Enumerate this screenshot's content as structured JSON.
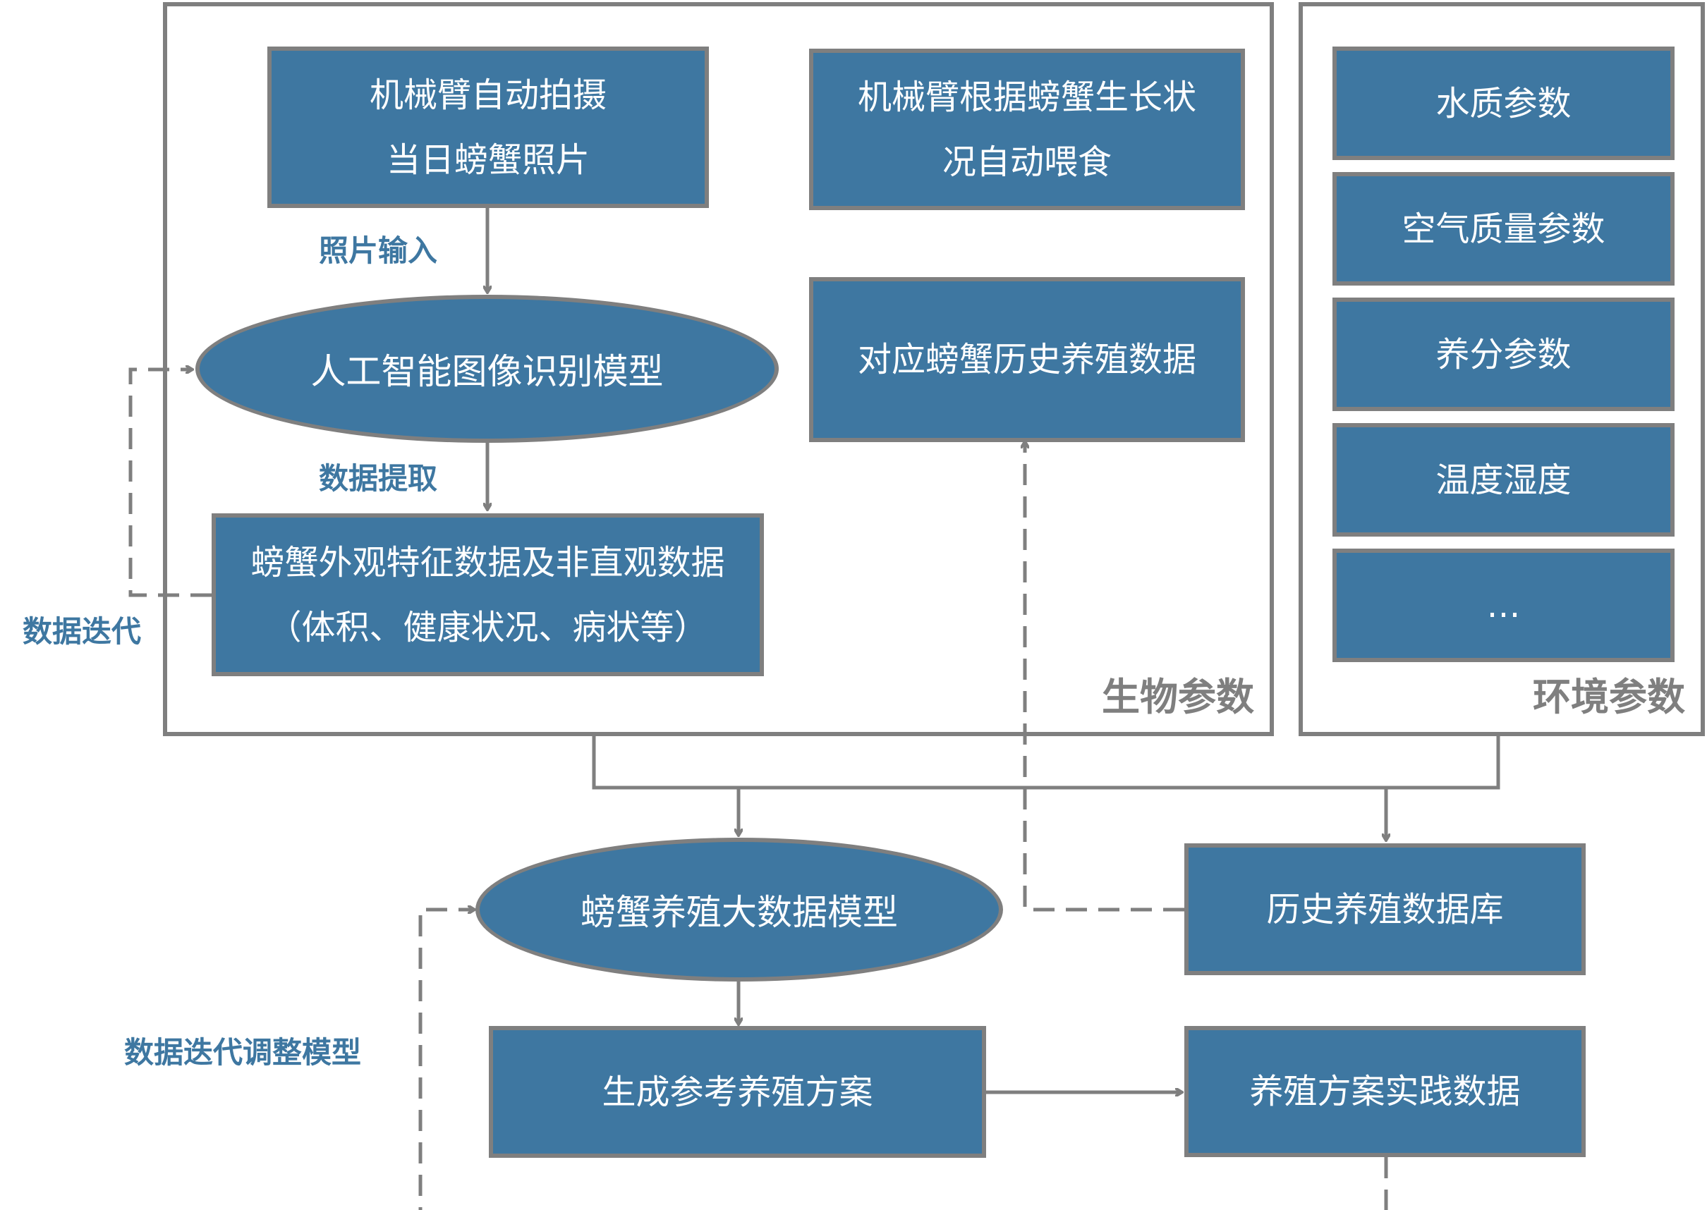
{
  "groups": {
    "bio": {
      "title": "生物参数"
    },
    "env": {
      "title": "环境参数"
    }
  },
  "nodes": {
    "auto_photo": {
      "line1": "机械臂自动拍摄",
      "line2": "当日螃蟹照片"
    },
    "auto_feed": {
      "line1": "机械臂根据螃蟹生长状",
      "line2": "况自动喂食"
    },
    "ai_model": {
      "text": "人工智能图像识别模型"
    },
    "history_data": {
      "text": "对应螃蟹历史养殖数据"
    },
    "features": {
      "line1": "螃蟹外观特征数据及非直观数据",
      "line2": "（体积、健康状况、病状等）"
    },
    "water": {
      "text": "水质参数"
    },
    "air": {
      "text": "空气质量参数"
    },
    "nutrient": {
      "text": "养分参数"
    },
    "temp_humidity": {
      "text": "温度湿度"
    },
    "more": {
      "text": "…"
    },
    "bigdata_model": {
      "text": "螃蟹养殖大数据模型"
    },
    "history_db": {
      "text": "历史养殖数据库"
    },
    "plan": {
      "text": "生成参考养殖方案"
    },
    "practice": {
      "text": "养殖方案实践数据"
    }
  },
  "edge_labels": {
    "photo_input": "照片输入",
    "extract": "数据提取",
    "iterate": "数据迭代",
    "iterate_adjust": "数据迭代调整模型"
  },
  "colors": {
    "box_fill": "#3e77a1",
    "border": "#7f7f7f",
    "label": "#3e77a1",
    "group_title": "#7f7f7f"
  }
}
